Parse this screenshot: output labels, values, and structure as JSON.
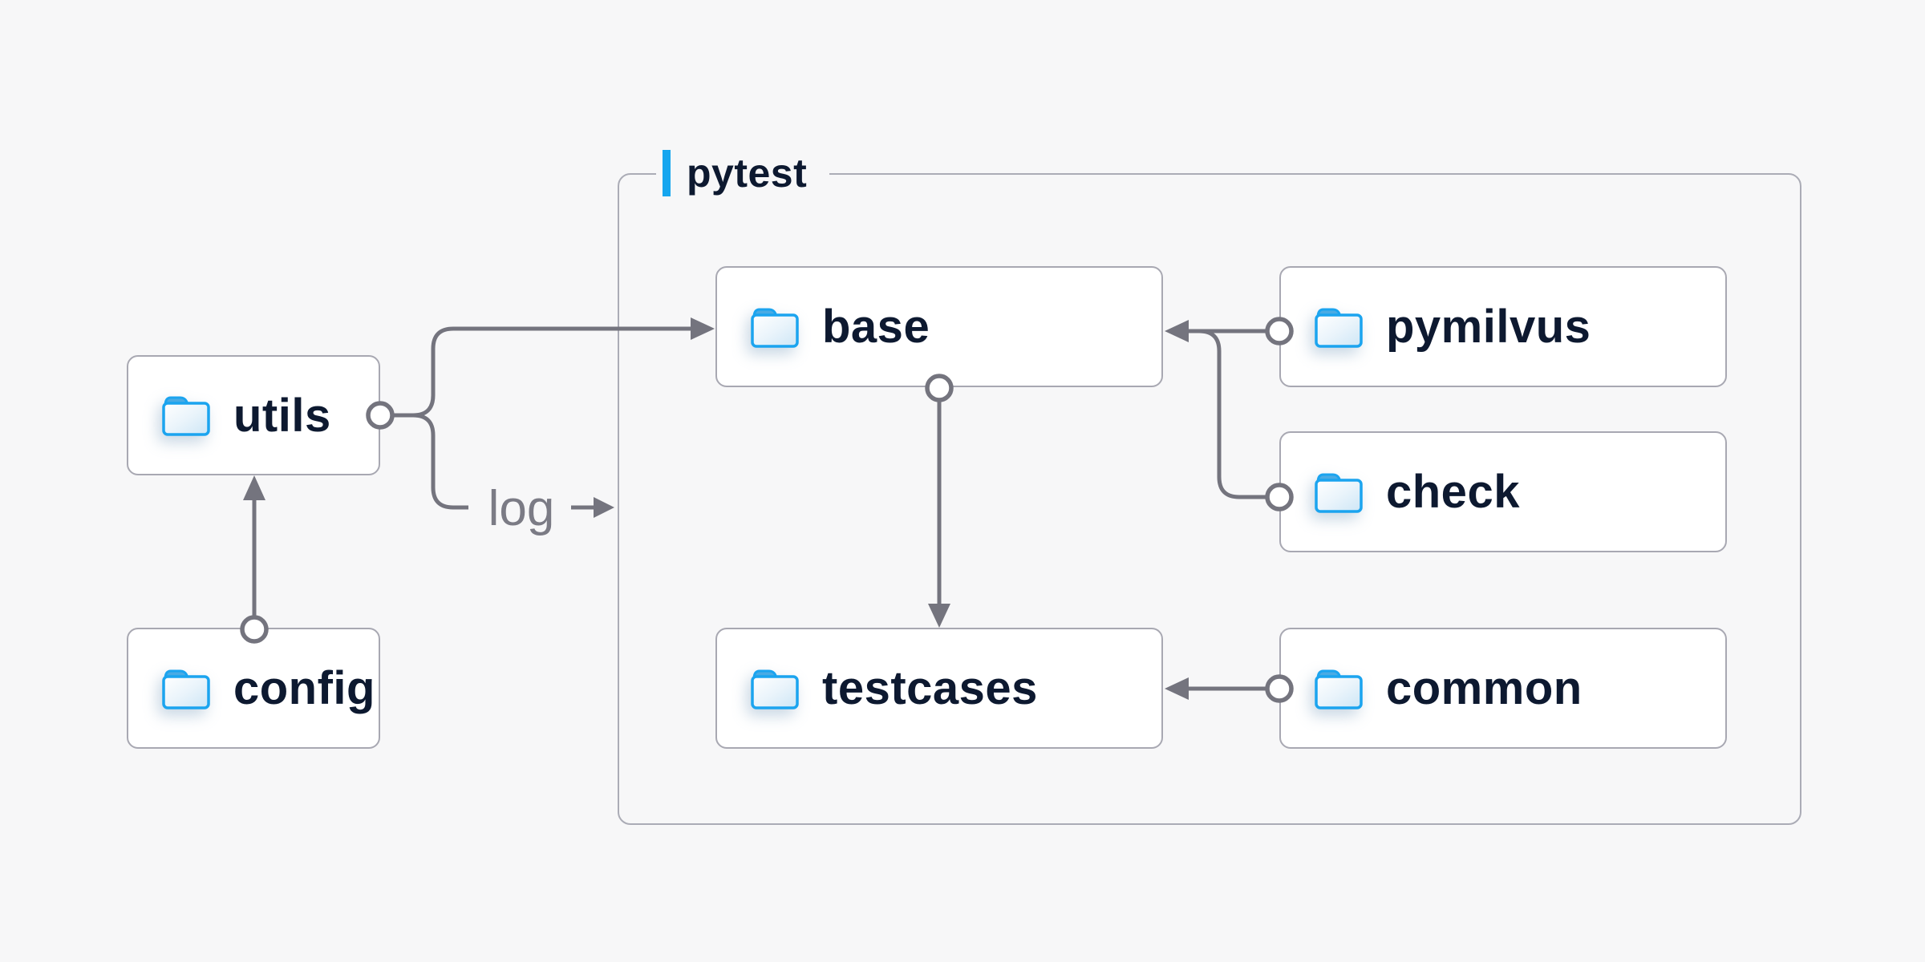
{
  "diagram": {
    "group": {
      "label": "pytest"
    },
    "nodes": {
      "utils": {
        "label": "utils",
        "icon": "folder-icon"
      },
      "config": {
        "label": "config",
        "icon": "folder-icon"
      },
      "base": {
        "label": "base",
        "icon": "folder-icon"
      },
      "pymilvus": {
        "label": "pymilvus",
        "icon": "folder-icon"
      },
      "check": {
        "label": "check",
        "icon": "folder-icon"
      },
      "testcases": {
        "label": "testcases",
        "icon": "folder-icon"
      },
      "common": {
        "label": "common",
        "icon": "folder-icon"
      }
    },
    "edges": [
      {
        "from": "config",
        "to": "utils",
        "label": ""
      },
      {
        "from": "utils",
        "to": "base",
        "label": ""
      },
      {
        "from": "utils",
        "to": "pytest-group",
        "label": "log"
      },
      {
        "from": "base",
        "to": "testcases",
        "label": ""
      },
      {
        "from": "pymilvus",
        "to": "base",
        "label": ""
      },
      {
        "from": "check",
        "to": "base",
        "label": ""
      },
      {
        "from": "common",
        "to": "testcases",
        "label": ""
      }
    ],
    "edge_labels": {
      "log": "log"
    },
    "colors": {
      "background": "#f7f7f8",
      "node_fill": "#ffffff",
      "node_border": "#a8a8b2",
      "connector_gray": "#74747e",
      "accent_blue": "#16a6ef",
      "folder_border_blue": "#1ba4ef",
      "folder_tab_blue": "#4aabe4",
      "label_dark": "#0d1930",
      "edge_label_gray": "#7b7b85"
    }
  }
}
